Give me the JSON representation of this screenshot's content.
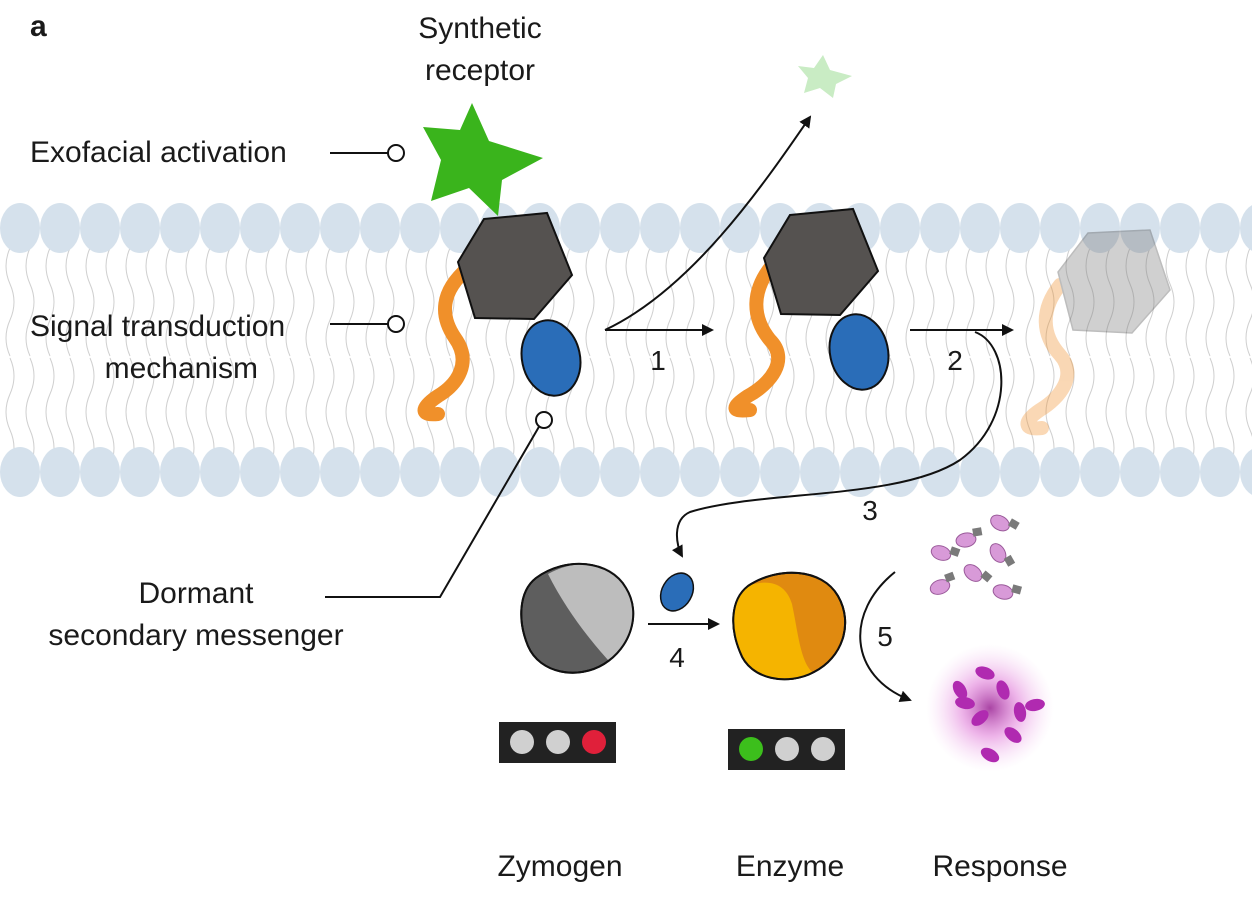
{
  "figure": {
    "panel_letter": "a",
    "labels": {
      "synthetic_receptor_line1": "Synthetic",
      "synthetic_receptor_line2": "receptor",
      "exofacial_activation": "Exofacial activation",
      "signal_transduction_line1": "Signal transduction",
      "signal_transduction_line2": "mechanism",
      "dormant_line1": "Dormant",
      "dormant_line2": "secondary messenger"
    },
    "steps": [
      "1",
      "2",
      "3",
      "4",
      "5"
    ],
    "bottom_labels": {
      "zymogen": "Zymogen",
      "enzyme": "Enzyme",
      "response": "Response"
    },
    "indicators": {
      "zymogen": [
        "#d0d0d0",
        "#d0d0d0",
        "#e0203a"
      ],
      "enzyme": [
        "#3cbf1c",
        "#d0d0d0",
        "#d0d0d0"
      ]
    },
    "colors": {
      "membrane_head": "#d5e1ec",
      "ligand_star": "#3ab41c",
      "released_star": "#c9ecc4",
      "hexagon": "#555250",
      "tail": "#f0902a",
      "messenger": "#2a6db8",
      "zymogen_dark": "#5e5e5e",
      "zymogen_light": "#bdbdbd",
      "enzyme_front": "#f5b400",
      "enzyme_back": "#e08a10",
      "product": "#d89ad8",
      "response": "#b02ab0"
    }
  }
}
